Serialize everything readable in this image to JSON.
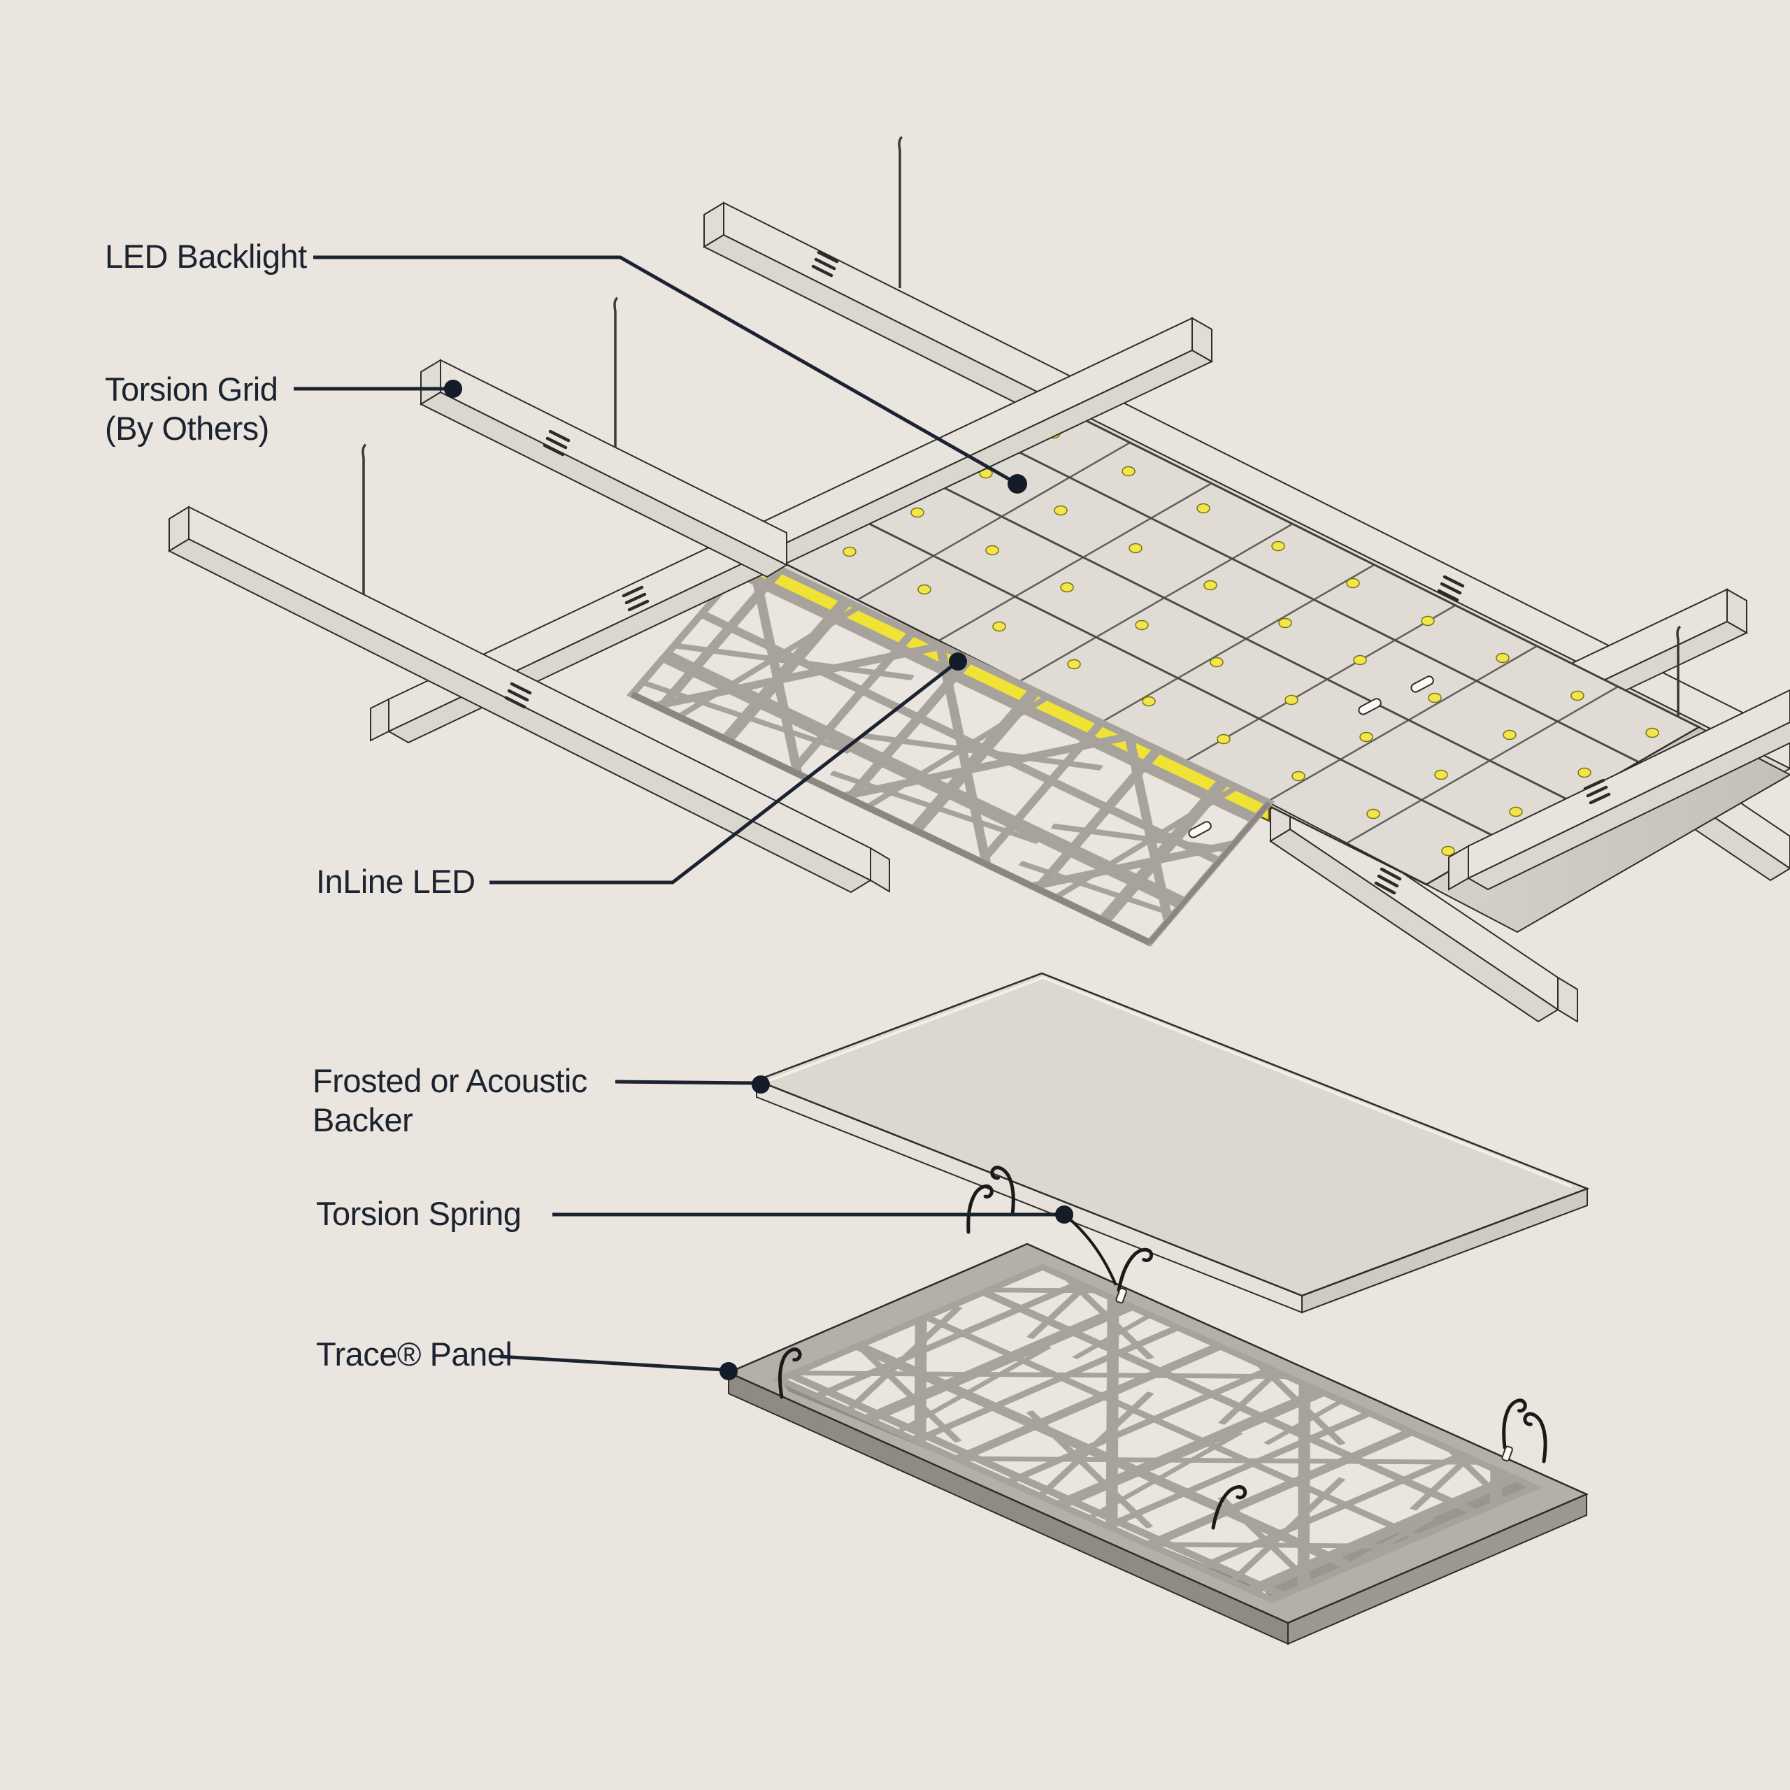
{
  "title": "Trace Panel backlit ceiling system exploded diagram",
  "labels": {
    "led_backlight": "LED Backlight",
    "torsion_grid_line1": "Torsion Grid",
    "torsion_grid_line2": "(By Others)",
    "inline_led": "InLine LED",
    "frosted_line1": "Frosted or Acoustic",
    "frosted_line2": "Backer",
    "torsion_spring": "Torsion Spring",
    "trace_panel": "Trace® Panel"
  },
  "components": {
    "grid": "suspended torsion grid with hanger wires",
    "tray": "LED backlight tray with LED modules",
    "strip": "InLine LED strip",
    "web_installed": "Trace web panel installed under tray",
    "backer": "frosted or acoustic backer panel",
    "panel": "Trace decorative perforated panel with torsion springs"
  },
  "colors": {
    "background": "#eae5de",
    "ink": "#1b2230",
    "accent_yellow": "#f0e335",
    "web_gray": "#a7a39c",
    "rail_gray": "#e8e4dd",
    "panel_gray": "#dcd8d0"
  }
}
